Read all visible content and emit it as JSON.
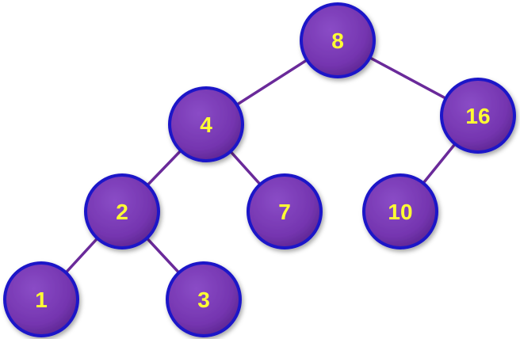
{
  "tree": {
    "node_fill": "#7535b0",
    "node_border": "#1a14c8",
    "edge_color": "#6a2a9a",
    "label_color": "#ffff33",
    "nodes": [
      {
        "id": "n8",
        "label": "8"
      },
      {
        "id": "n4",
        "label": "4"
      },
      {
        "id": "n16",
        "label": "16"
      },
      {
        "id": "n2",
        "label": "2"
      },
      {
        "id": "n7",
        "label": "7"
      },
      {
        "id": "n10",
        "label": "10"
      },
      {
        "id": "n1",
        "label": "1"
      },
      {
        "id": "n3",
        "label": "3"
      }
    ],
    "edges": [
      {
        "from": "n8",
        "to": "n4"
      },
      {
        "from": "n8",
        "to": "n16"
      },
      {
        "from": "n4",
        "to": "n2"
      },
      {
        "from": "n4",
        "to": "n7"
      },
      {
        "from": "n16",
        "to": "n10"
      },
      {
        "from": "n2",
        "to": "n1"
      },
      {
        "from": "n2",
        "to": "n3"
      }
    ]
  }
}
